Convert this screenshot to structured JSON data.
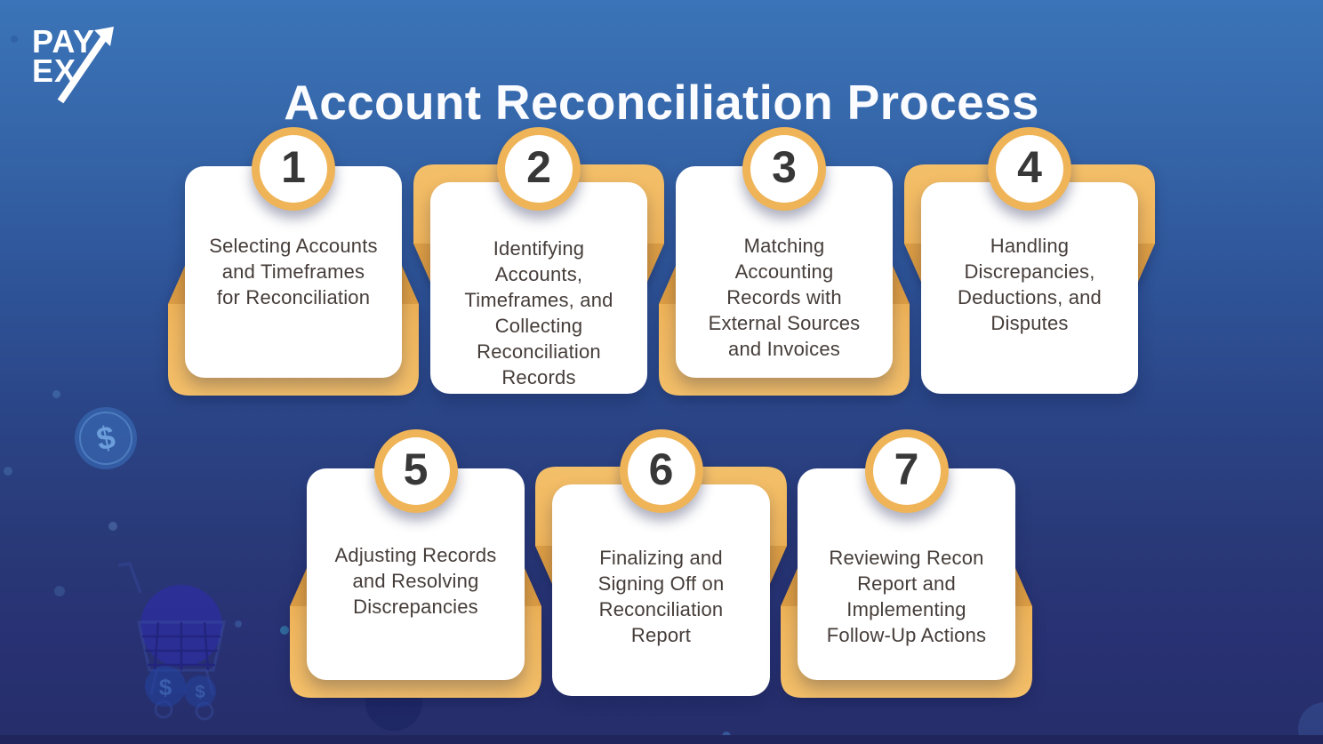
{
  "logo": {
    "line1": "PAY",
    "line2": "EX"
  },
  "title": "Account Reconciliation Process",
  "steps": [
    {
      "number": "1",
      "lines": [
        "Selecting Accounts",
        "and Timeframes",
        "for Reconciliation"
      ]
    },
    {
      "number": "2",
      "lines": [
        "Identifying",
        "Accounts,",
        "Timeframes, and",
        "Collecting",
        "Reconciliation",
        "Records"
      ]
    },
    {
      "number": "3",
      "lines": [
        "Matching",
        "Accounting",
        "Records with",
        "External Sources",
        "and Invoices"
      ]
    },
    {
      "number": "4",
      "lines": [
        "Handling",
        "Discrepancies,",
        "Deductions, and",
        "Disputes"
      ]
    },
    {
      "number": "5",
      "lines": [
        "Adjusting Records",
        "and Resolving",
        "Discrepancies"
      ]
    },
    {
      "number": "6",
      "lines": [
        "Finalizing and",
        "Signing Off on",
        "Reconciliation",
        "Report"
      ]
    },
    {
      "number": "7",
      "lines": [
        "Reviewing Recon",
        "Report and",
        "Implementing",
        "Follow-Up Actions"
      ]
    }
  ],
  "decorations": {
    "coin_symbol": "$"
  },
  "colors": {
    "accent_orange": "#EFB457",
    "background_top": "#3B74B8",
    "background_bottom": "#262E6A",
    "card_text": "#453D39",
    "number_text": "#383838",
    "title_text": "#FBFCFF"
  }
}
